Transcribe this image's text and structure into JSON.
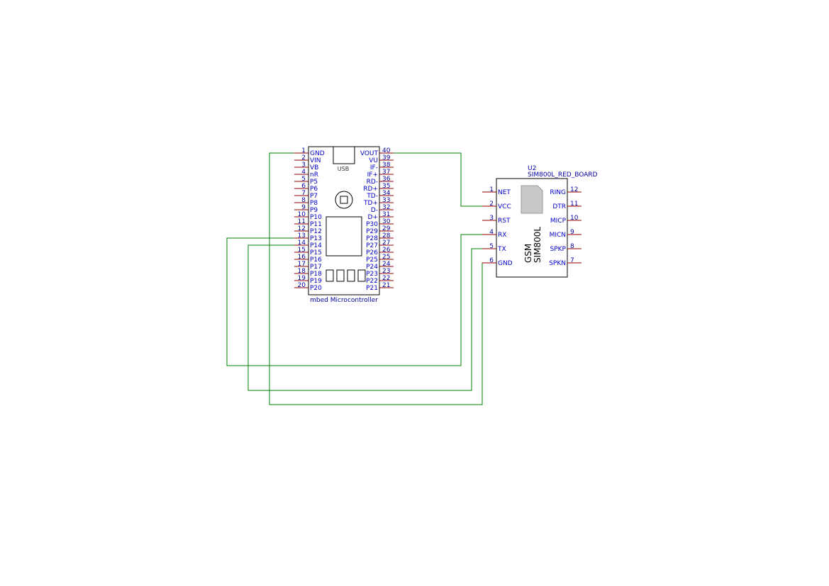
{
  "mbed": {
    "label": "mbed Microcontroller",
    "usb_label": "USB",
    "left_pins": [
      {
        "num": "1",
        "name": "GND"
      },
      {
        "num": "2",
        "name": "VIN"
      },
      {
        "num": "3",
        "name": "VB"
      },
      {
        "num": "4",
        "name": "nR"
      },
      {
        "num": "5",
        "name": "P5"
      },
      {
        "num": "6",
        "name": "P6"
      },
      {
        "num": "7",
        "name": "P7"
      },
      {
        "num": "8",
        "name": "P8"
      },
      {
        "num": "9",
        "name": "P9"
      },
      {
        "num": "10",
        "name": "P10"
      },
      {
        "num": "11",
        "name": "P11"
      },
      {
        "num": "12",
        "name": "P12"
      },
      {
        "num": "13",
        "name": "P13"
      },
      {
        "num": "14",
        "name": "P14"
      },
      {
        "num": "15",
        "name": "P15"
      },
      {
        "num": "16",
        "name": "P16"
      },
      {
        "num": "17",
        "name": "P17"
      },
      {
        "num": "18",
        "name": "P18"
      },
      {
        "num": "19",
        "name": "P19"
      },
      {
        "num": "20",
        "name": "P20"
      }
    ],
    "right_pins": [
      {
        "num": "40",
        "name": "VOUT"
      },
      {
        "num": "39",
        "name": "VU"
      },
      {
        "num": "38",
        "name": "IF-"
      },
      {
        "num": "37",
        "name": "IF+"
      },
      {
        "num": "36",
        "name": "RD-"
      },
      {
        "num": "35",
        "name": "RD+"
      },
      {
        "num": "34",
        "name": "TD-"
      },
      {
        "num": "33",
        "name": "TD+"
      },
      {
        "num": "32",
        "name": "D-"
      },
      {
        "num": "31",
        "name": "D+"
      },
      {
        "num": "30",
        "name": "P30"
      },
      {
        "num": "29",
        "name": "P29"
      },
      {
        "num": "28",
        "name": "P28"
      },
      {
        "num": "27",
        "name": "P27"
      },
      {
        "num": "26",
        "name": "P26"
      },
      {
        "num": "25",
        "name": "P25"
      },
      {
        "num": "24",
        "name": "P24"
      },
      {
        "num": "23",
        "name": "P23"
      },
      {
        "num": "22",
        "name": "P22"
      },
      {
        "num": "21",
        "name": "P21"
      }
    ]
  },
  "gsm": {
    "ref": "U2",
    "value": "SIM800L_RED_BOARD",
    "body_line1": "GSM",
    "body_line2": "SIM800L",
    "left_pins": [
      {
        "num": "1",
        "name": "NET"
      },
      {
        "num": "2",
        "name": "VCC"
      },
      {
        "num": "3",
        "name": "RST"
      },
      {
        "num": "4",
        "name": "RX"
      },
      {
        "num": "5",
        "name": "TX"
      },
      {
        "num": "6",
        "name": "GND"
      }
    ],
    "right_pins": [
      {
        "num": "12",
        "name": "RING"
      },
      {
        "num": "11",
        "name": "DTR"
      },
      {
        "num": "10",
        "name": "MICP"
      },
      {
        "num": "9",
        "name": "MICN"
      },
      {
        "num": "8",
        "name": "SPKP"
      },
      {
        "num": "7",
        "name": "SPKN"
      }
    ]
  },
  "colors": {
    "wire": "#008000",
    "pin": "#900000",
    "pin_text": "#0000c8",
    "sim_fill": "#c8c8c8"
  }
}
